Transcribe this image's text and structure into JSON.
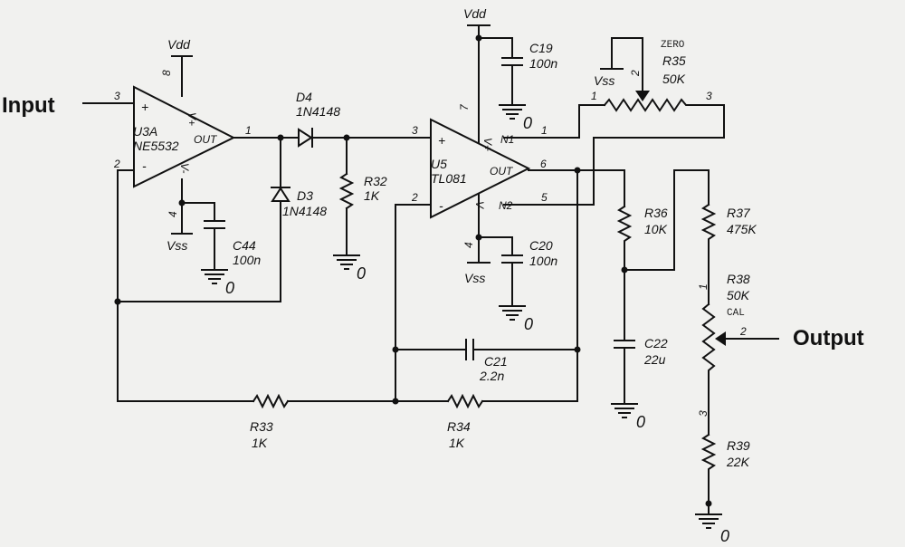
{
  "io": {
    "input": "Input",
    "output": "Output"
  },
  "power": {
    "vdd": "Vdd",
    "vss": "Vss",
    "ground": "0"
  },
  "opamps": {
    "u3a": {
      "ref": "U3A",
      "part": "NE5532",
      "out": "OUT",
      "plus": "+",
      "minus": "-",
      "vplus": "V+",
      "vminus": "V-",
      "pins": {
        "inp": "3",
        "inn": "2",
        "out": "1",
        "vcc": "8",
        "vee": "4"
      }
    },
    "u5": {
      "ref": "U5",
      "part": "TL081",
      "out": "OUT",
      "plus": "+",
      "minus": "-",
      "vplus": "V+",
      "vminus": "V-",
      "n1": "N1",
      "n2": "N2",
      "pins": {
        "inp": "3",
        "inn": "2",
        "out": "6",
        "vcc": "7",
        "vee": "4",
        "n1": "1",
        "n2": "5"
      }
    }
  },
  "diodes": {
    "d4": {
      "ref": "D4",
      "value": "1N4148"
    },
    "d3": {
      "ref": "D3",
      "value": "1N4148"
    }
  },
  "resistors": {
    "r32": {
      "ref": "R32",
      "value": "1K"
    },
    "r33": {
      "ref": "R33",
      "value": "1K"
    },
    "r34": {
      "ref": "R34",
      "value": "1K"
    },
    "r36": {
      "ref": "R36",
      "value": "10K"
    },
    "r37": {
      "ref": "R37",
      "value": "475K"
    },
    "r39": {
      "ref": "R39",
      "value": "22K"
    }
  },
  "pots": {
    "r35": {
      "ref": "R35",
      "value": "50K",
      "note": "ZERO",
      "pin1": "1",
      "pin2": "2",
      "pin3": "3"
    },
    "r38": {
      "ref": "R38",
      "value": "50K",
      "note": "CAL",
      "pin1": "1",
      "pin2": "2",
      "pin3": "3"
    }
  },
  "capacitors": {
    "c44": {
      "ref": "C44",
      "value": "100n"
    },
    "c19": {
      "ref": "C19",
      "value": "100n"
    },
    "c20": {
      "ref": "C20",
      "value": "100n"
    },
    "c21": {
      "ref": "C21",
      "value": "2.2n"
    },
    "c22": {
      "ref": "C22",
      "value": "22u"
    }
  }
}
